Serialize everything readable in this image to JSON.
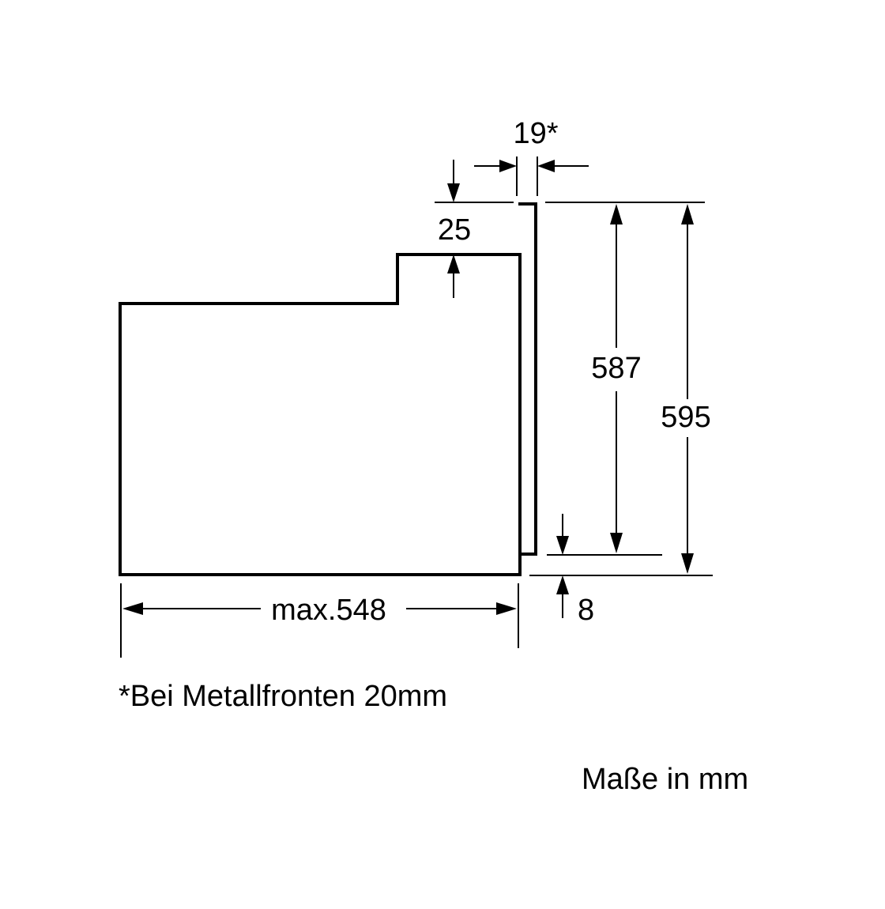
{
  "dimensions": {
    "front_thickness": "19*",
    "top_step": "25",
    "inner_height": "587",
    "total_height": "595",
    "depth": "max.548",
    "bottom_offset": "8"
  },
  "notes": {
    "footnote": "*Bei Metallfronten 20mm",
    "units": "Maße in mm"
  },
  "colors": {
    "line": "#000000",
    "background": "#ffffff"
  }
}
